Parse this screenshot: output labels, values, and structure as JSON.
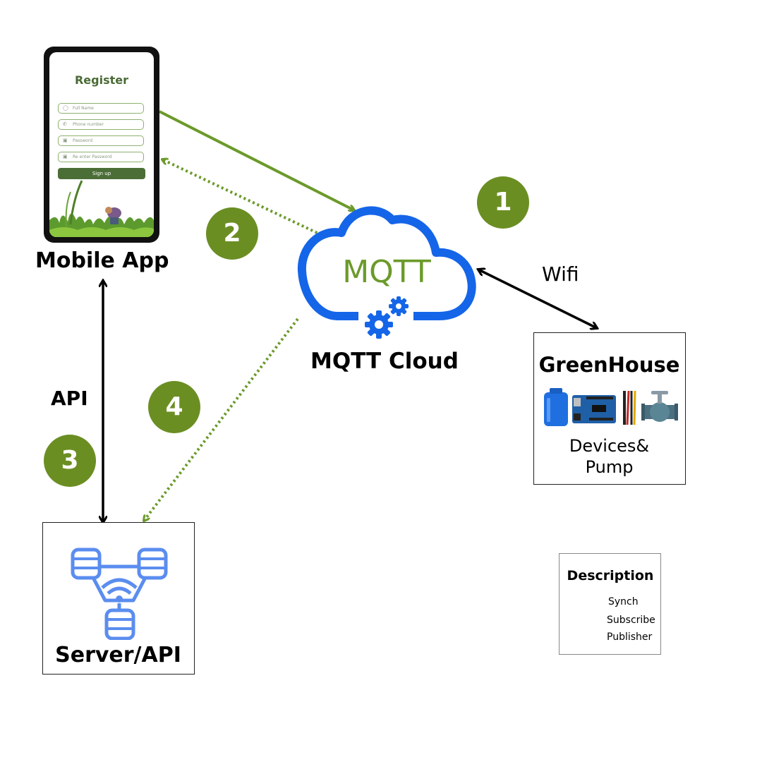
{
  "mobile_app": {
    "screen_title": "Register",
    "fields": [
      {
        "placeholder": "Full Name",
        "icon": "person-icon"
      },
      {
        "placeholder": "Phone number",
        "icon": "phone-icon"
      },
      {
        "placeholder": "Password",
        "icon": "lock-icon"
      },
      {
        "placeholder": "Re enter Password",
        "icon": "lock-icon"
      }
    ],
    "signup_label": "Sign up",
    "label": "Mobile App"
  },
  "cloud": {
    "inner_text": "MQTT",
    "label": "MQTT Cloud",
    "icon": "gears-icon"
  },
  "greenhouse": {
    "title": "GreenHouse",
    "caption_line1": "Devices&",
    "caption_line2": "Pump",
    "device_icons": [
      "water-tank-icon",
      "arduino-board-icon",
      "sensor-cable-icon",
      "valve-pump-icon"
    ]
  },
  "server": {
    "label": "Server/API",
    "icon": "database-network-icon"
  },
  "connections": {
    "wifi_label": "Wifi",
    "api_label": "API"
  },
  "steps": [
    "1",
    "2",
    "3",
    "4"
  ],
  "legend": {
    "title": "Description",
    "items": [
      {
        "label": "Synch",
        "style": "double-arrow-black"
      },
      {
        "label": "Subscribe",
        "style": "dotted-arrow-green"
      },
      {
        "label": "Publisher",
        "style": "solid-arrow-green"
      }
    ]
  },
  "colors": {
    "green": "#6b8e23",
    "arrow_green": "#6b9a2a",
    "blue": "#1565e8",
    "server_blue": "#5b8def",
    "black": "#000000"
  }
}
